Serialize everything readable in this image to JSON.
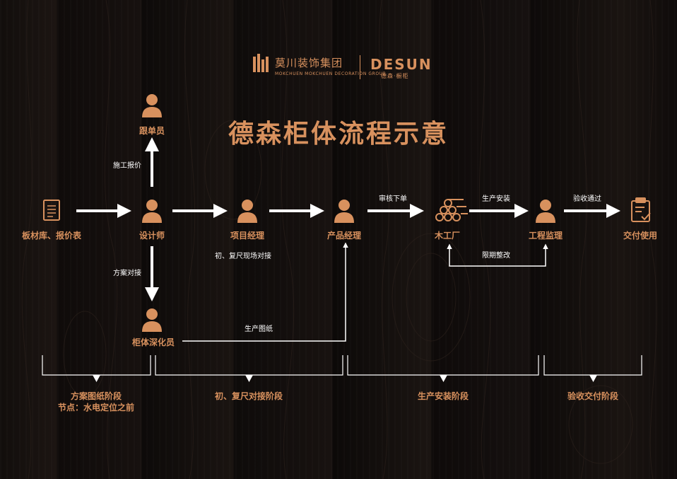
{
  "header": {
    "company_cn": "莫川装饰集团",
    "company_en": "MOKCHUEN   MOKCHUEN DECORATION GROUP",
    "partner_en": "DESUN",
    "partner_cn": "德森·橱柜"
  },
  "title": "德森柜体流程示意",
  "nodes": {
    "materials": "板材库、报价表",
    "designer": "设计师",
    "follower": "跟单员",
    "project_manager": "项目经理",
    "product_manager": "产品经理",
    "factory": "木工厂",
    "supervisor": "工程监理",
    "delivery": "交付使用",
    "cabinet_designer": "柜体深化员"
  },
  "edges": {
    "quote": "施工报价",
    "plan": "方案对接",
    "site": "初、复尺现场对接",
    "review": "审核下单",
    "produce": "生产安装",
    "accept": "验收通过",
    "rectify": "限期整改",
    "drawings": "生产图纸"
  },
  "stages": {
    "s1_line1": "方案图纸阶段",
    "s1_line2": "节点：水电定位之前",
    "s2": "初、复尺对接阶段",
    "s3": "生产安装阶段",
    "s4": "验收交付阶段"
  },
  "colors": {
    "accent": "#d8915e",
    "line": "#ffffff",
    "background": "#0e0b0a"
  }
}
